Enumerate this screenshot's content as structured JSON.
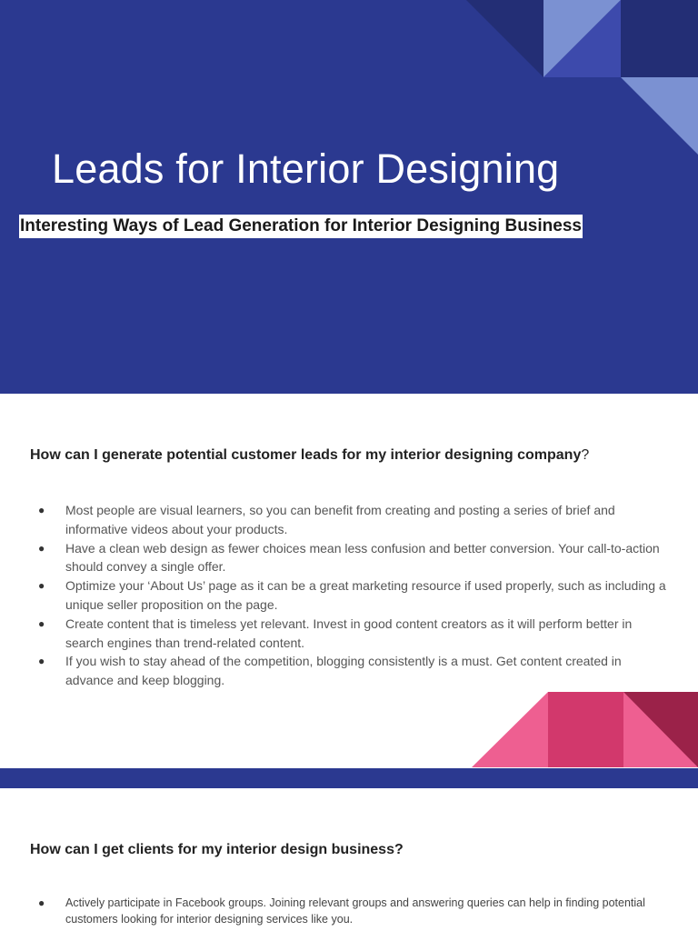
{
  "colors": {
    "navy": "#2b3990",
    "white": "#ffffff",
    "pink_light": "#ee5f91",
    "pink_mid": "#d2386c",
    "crimson": "#9b2249",
    "periwinkle": "#7b91d2",
    "dark_navy": "#232e75",
    "mid_blue": "#3d4aac"
  },
  "title_slide": {
    "title": "Leads for Interior Designing",
    "subtitle": "Interesting Ways of Lead Generation for Interior Designing Business"
  },
  "slide2": {
    "heading": "How can I generate potential customer leads for my interior designing company",
    "heading_qmark": "?",
    "bullets": [
      "Most people are visual learners, so you can benefit from creating and posting a series of brief and informative videos about your products.",
      "Have a clean web design as fewer choices mean less confusion and better conversion. Your call-to-action should convey a single offer.",
      "Optimize your ‘About Us’ page as it can be a great marketing resource if used properly, such as including a unique seller proposition on the page.",
      "Create content that is timeless yet relevant. Invest in good content creators as it will perform better in search engines than trend-related content.",
      "If you wish to stay ahead of the competition, blogging consistently is a must. Get content created in advance and keep blogging."
    ]
  },
  "slide3": {
    "heading": "How can I get clients for my interior design business?",
    "bullets": [
      "Actively participate in Facebook groups. Joining relevant groups and answering queries can help in finding potential customers looking for interior designing services like you."
    ]
  },
  "bullet_glyph": "●"
}
